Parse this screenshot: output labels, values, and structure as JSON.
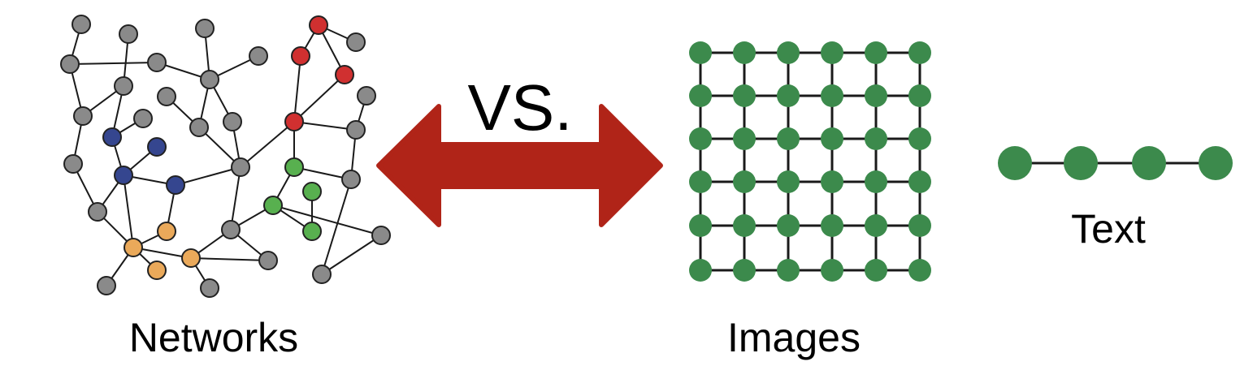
{
  "labels": {
    "networks": "Networks",
    "images": "Images",
    "text": "Text",
    "versus": "VS."
  },
  "colors": {
    "gray": "#8a8a8a",
    "red": "#d03030",
    "blue": "#35468f",
    "orange": "#eaa95a",
    "light_green": "#58b04f",
    "green": "#3c8a4c",
    "arrow": "#b02418",
    "edge": "#1a1a1a"
  },
  "graphic": "networks-vs-images-and-text"
}
